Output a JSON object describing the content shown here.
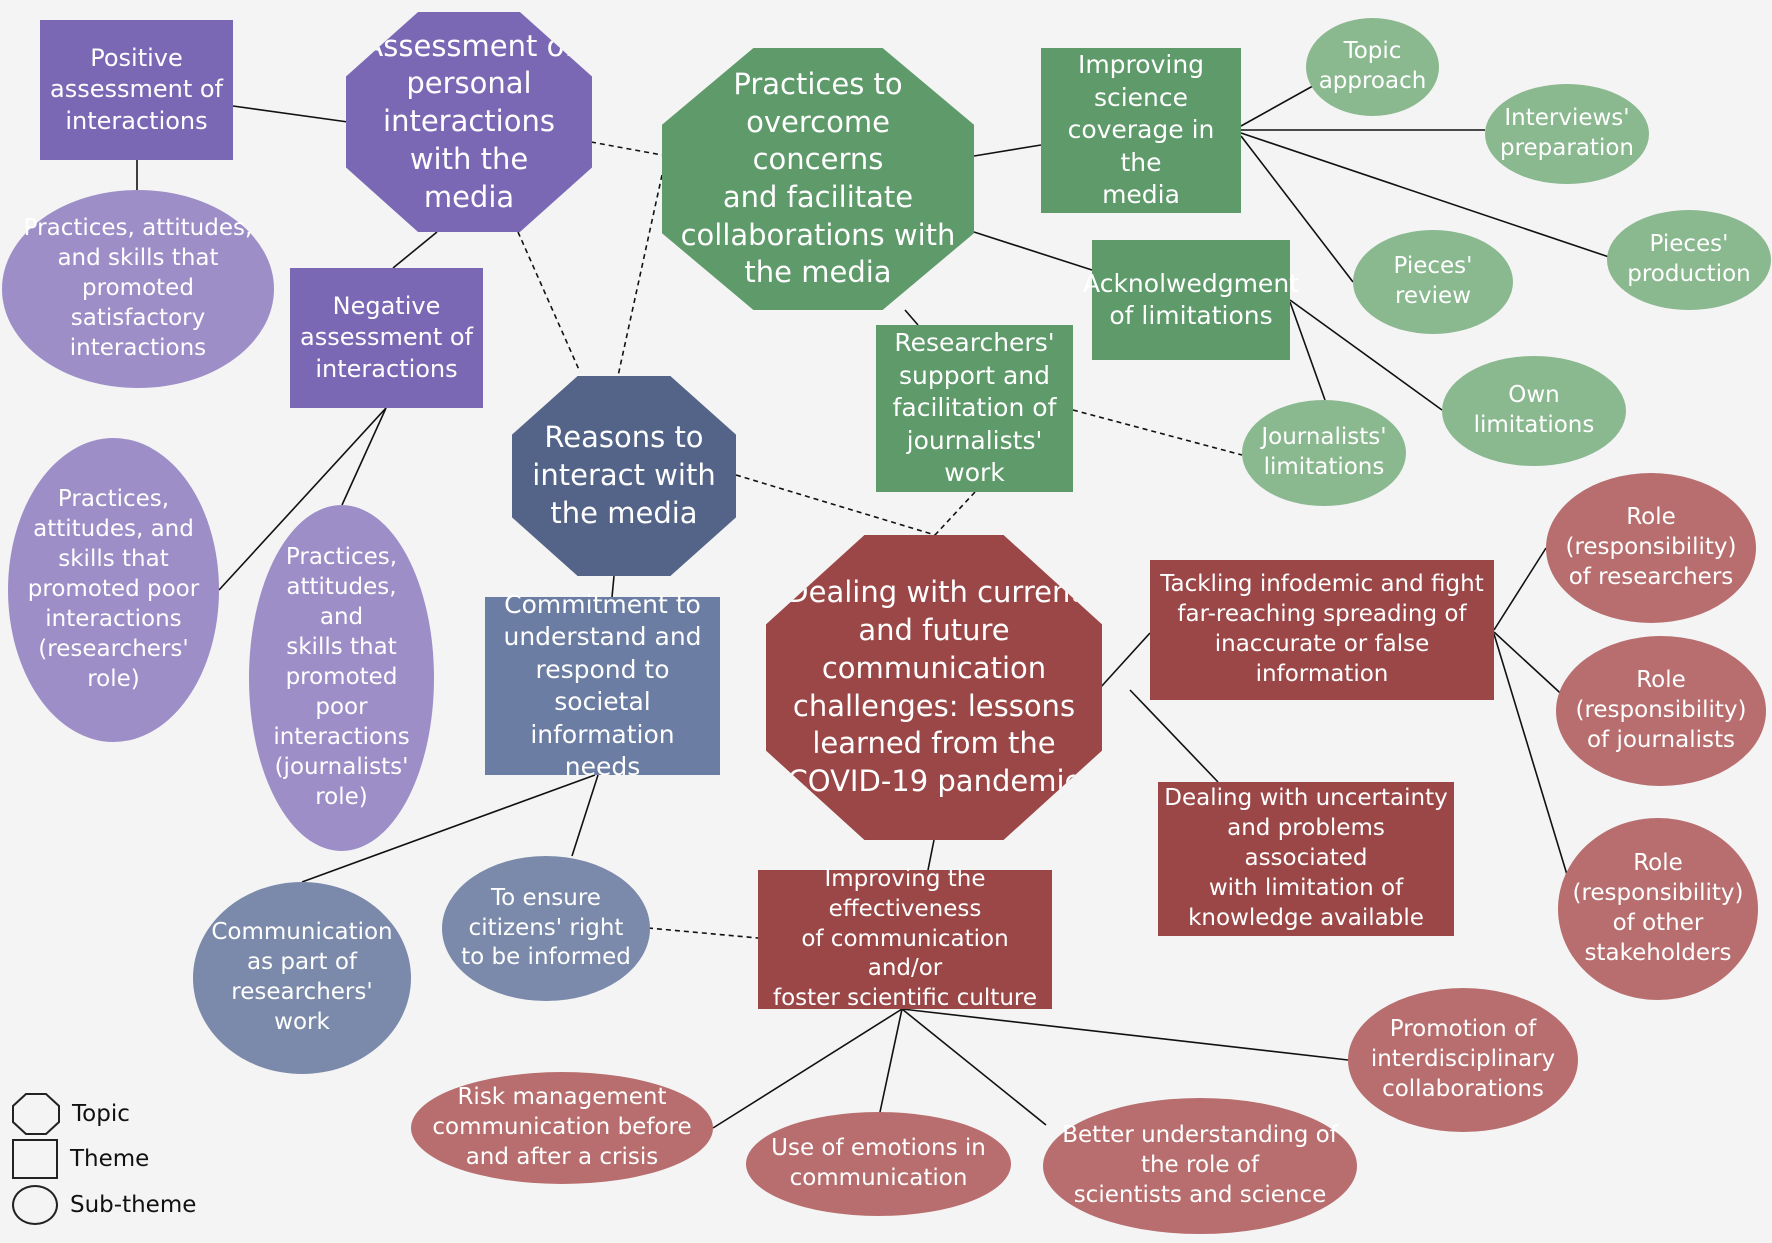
{
  "nodes": {
    "positive_assessment": "Positive\nassessment of\ninteractions",
    "assessment_personal": "Assessment of\npersonal\ninteractions\nwith the media",
    "practices_overcome": "Practices to\novercome concerns\nand facilitate\ncollaborations with\nthe media",
    "improving_science": "Improving\nscience\ncoverage in the\nmedia",
    "topic_approach": "Topic\napproach",
    "interviews_prep": "Interviews'\npreparation",
    "pieces_production": "Pieces'\nproduction",
    "pieces_review": "Pieces'\nreview",
    "acknowledgment": "Acknolwedgment\nof limitations",
    "own_limitations": "Own\nlimitations",
    "journalists_limitations": "Journalists'\nlimitations",
    "practices_satisfactory": "Practices, attitudes,\nand skills that\npromoted\nsatisfactory\ninteractions",
    "negative_assessment": "Negative\nassessment of\ninteractions",
    "researchers_support": "Researchers'\nsupport and\nfacilitation of\njournalists' work",
    "reasons_interact": "Reasons to\ninteract with\nthe media",
    "poor_researchers": "Practices,\nattitudes, and\nskills that\npromoted poor\ninteractions\n(researchers'\nrole)",
    "poor_journalists": "Practices,\nattitudes, and\nskills that\npromoted\npoor\ninteractions\n(journalists'\nrole)",
    "commitment": "Commitment to\nunderstand and\nrespond to societal\ninformation needs",
    "dealing_current": "Dealing with current\nand future\ncommunication\nchallenges: lessons\nlearned from the\nCOVID-19 pandemic",
    "tackling_infodemic": "Tackling infodemic and fight\nfar-reaching spreading of\ninaccurate or false information",
    "role_researchers": "Role\n(responsibility)\nof researchers",
    "role_journalists": "Role\n(responsibility)\nof journalists",
    "role_stakeholders": "Role\n(responsibility)\nof other\nstakeholders",
    "dealing_uncertainty": "Dealing with uncertainty\nand problems associated\nwith limitation of\nknowledge available",
    "communication_part": "Communication\nas part of\nresearchers'\nwork",
    "ensure_citizens": "To ensure\ncitizens' right\nto be informed",
    "improving_effectiveness": "Improving the effectiveness\nof communication and/or\nfoster scientific culture",
    "risk_management": "Risk management\ncommunication before\nand after a crisis",
    "use_emotions": "Use of emotions in\ncommunication",
    "better_understanding": "Better understanding of\nthe role of\nscientists and science",
    "promotion_interdisciplinary": "Promotion of\ninterdisciplinary\ncollaborations"
  },
  "legend": {
    "topic": "Topic",
    "theme": "Theme",
    "sub_theme": "Sub-theme"
  },
  "colors": {
    "purple": "#7b68b5",
    "purple_light": "#9d8ec8",
    "green": "#5e9a6a",
    "green_light": "#8ab88f",
    "blue": "#546489",
    "blue_mid": "#6b7da3",
    "blue_light": "#7b8aab",
    "red": "#9c4747",
    "red_light": "#b86e6e"
  }
}
